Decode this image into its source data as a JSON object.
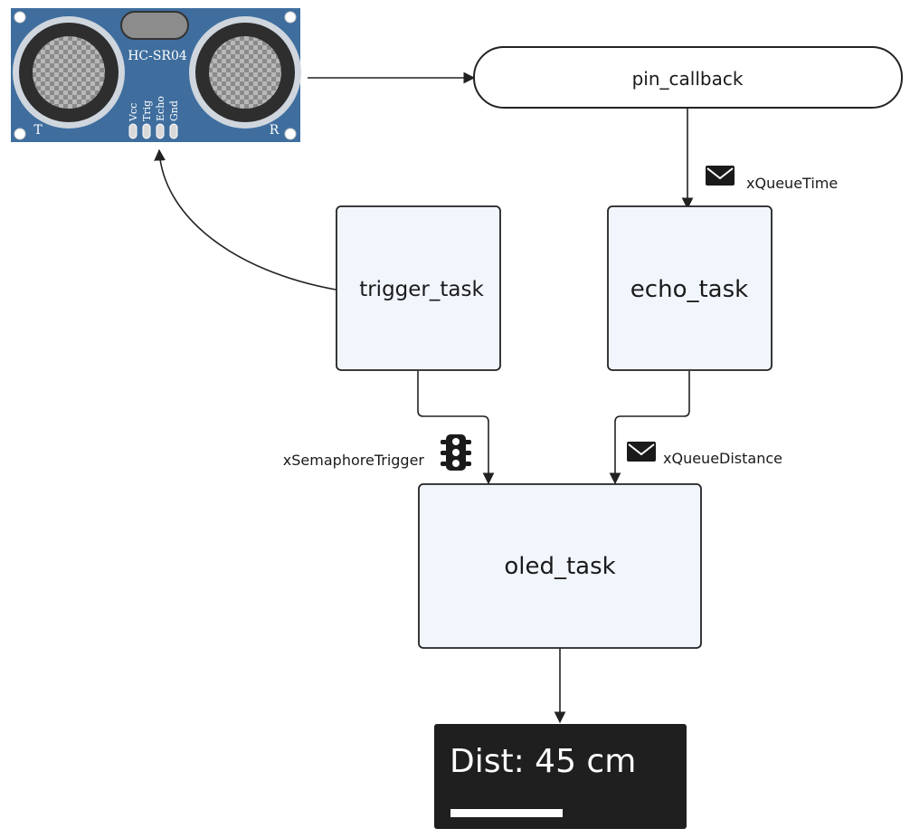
{
  "sensor": {
    "model": "HC-SR04",
    "pins": [
      "Vcc",
      "Trig",
      "Echo",
      "Gnd"
    ],
    "left_mark": "T",
    "right_mark": "R",
    "board_color": "#3f6e9e"
  },
  "nodes": {
    "pin_callback": "pin_callback",
    "trigger_task": "trigger_task",
    "echo_task": "echo_task",
    "oled_task": "oled_task"
  },
  "edges": {
    "queue_time": "xQueueTime",
    "semaphore_trigger": "xSemaphoreTrigger",
    "queue_distance": "xQueueDistance"
  },
  "display": {
    "text": "Dist: 45 cm",
    "bar_fraction": 0.45
  },
  "colors": {
    "box_fill": "#f1f6fd",
    "stroke": "#222222",
    "display_bg": "#1f1f1f"
  },
  "icons": {
    "queue": "envelope-icon",
    "semaphore": "traffic-light-icon"
  }
}
